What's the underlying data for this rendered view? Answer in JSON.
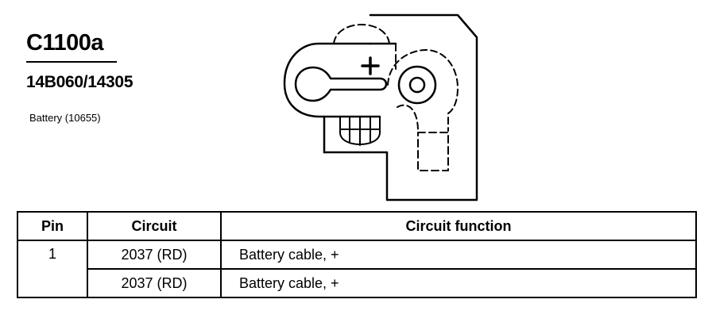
{
  "header": {
    "connector_id": "C1100a",
    "part_number": "14B060/14305",
    "component": "Battery (10655)"
  },
  "diagram": {
    "plus_symbol": "+"
  },
  "table": {
    "headers": {
      "pin": "Pin",
      "circuit": "Circuit",
      "function": "Circuit function"
    },
    "rows": [
      {
        "pin": "1",
        "circuit": "2037 (RD)",
        "function": "Battery cable, +"
      },
      {
        "circuit": "2037 (RD)",
        "function": "Battery cable, +"
      }
    ]
  }
}
